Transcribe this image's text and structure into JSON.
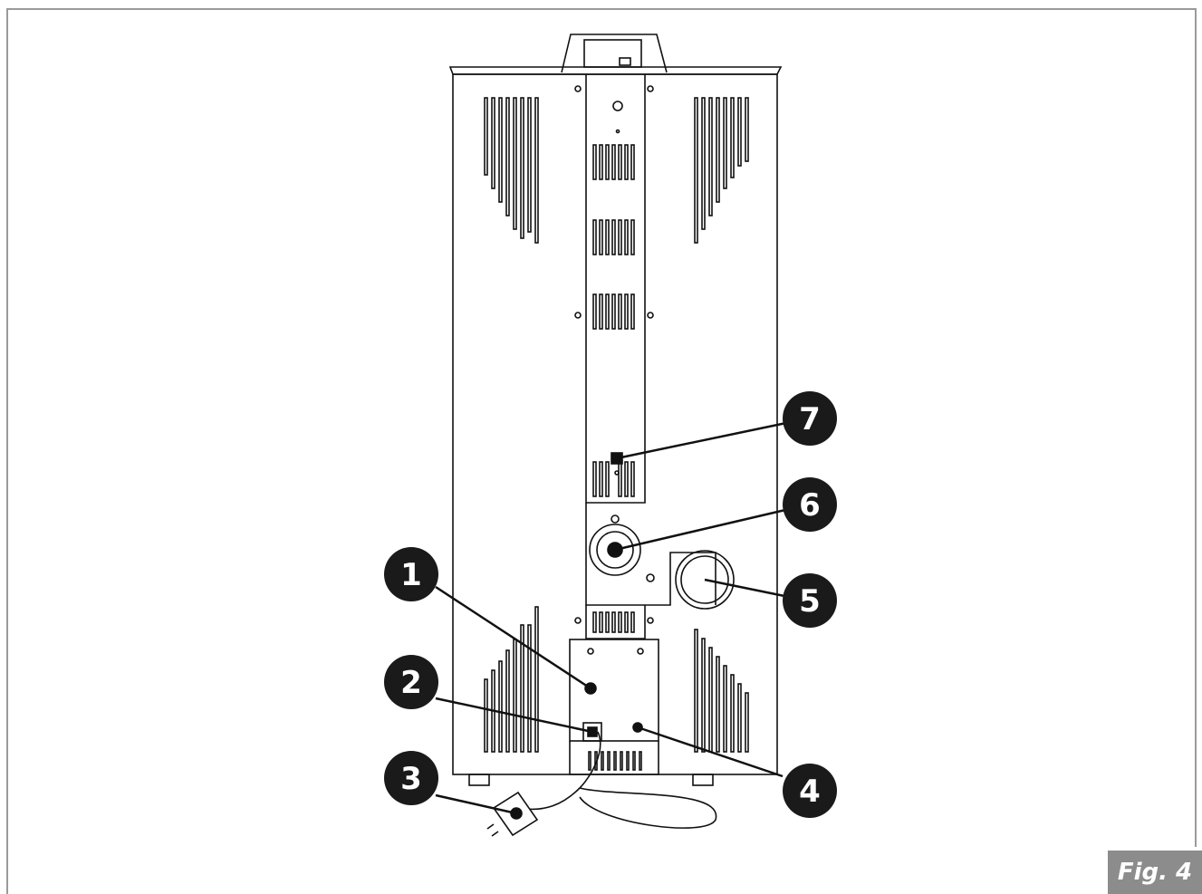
{
  "figure": {
    "label": "Fig. 4"
  },
  "callouts": [
    {
      "number": "1"
    },
    {
      "number": "2"
    },
    {
      "number": "3"
    },
    {
      "number": "4"
    },
    {
      "number": "5"
    },
    {
      "number": "6"
    },
    {
      "number": "7"
    }
  ],
  "colors": {
    "ink": "#111111",
    "callout_fill": "#1a1a1a",
    "border": "#9a9a9a",
    "tag": "#8c8c8c"
  }
}
